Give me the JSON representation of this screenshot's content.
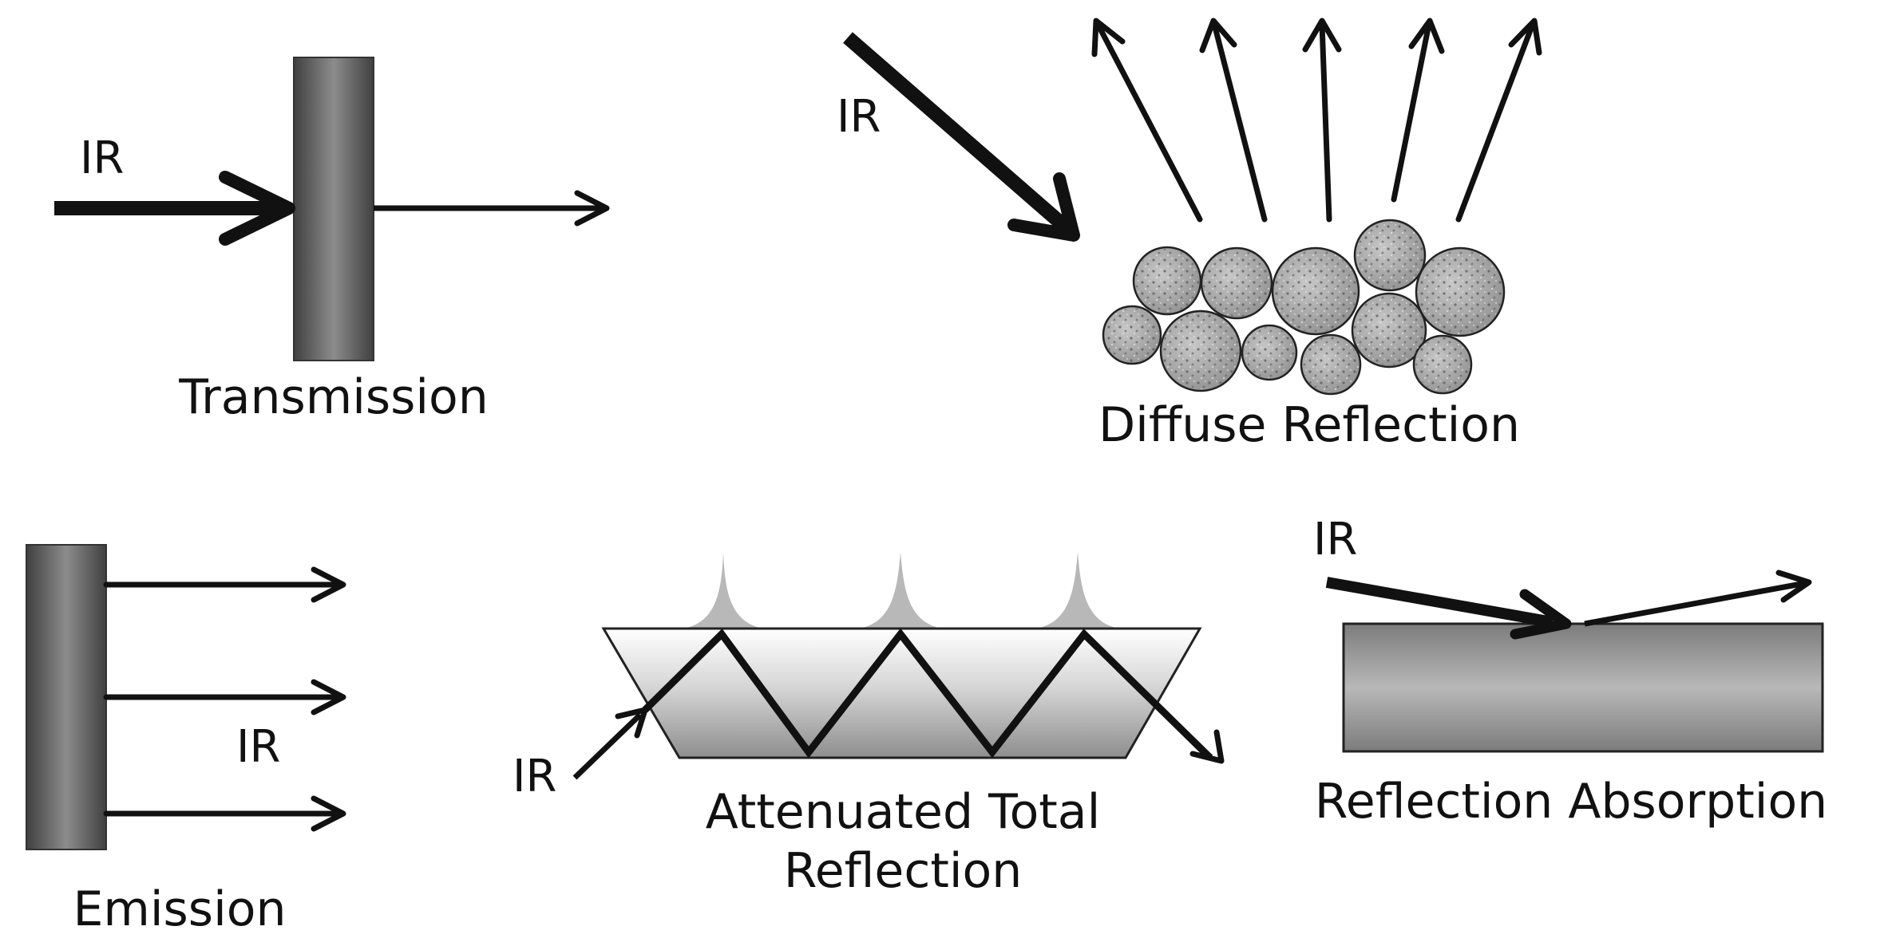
{
  "transmission": {
    "label": "Transmission",
    "beam_label": "IR"
  },
  "diffuse_reflection": {
    "label": "Diffuse Reflection",
    "beam_label": "IR"
  },
  "emission": {
    "label": "Emission",
    "beam_label": "IR"
  },
  "atr": {
    "label_line1": "Attenuated Total",
    "label_line2": "Reflection",
    "beam_label": "IR"
  },
  "reflection_absorption": {
    "label": "Reflection Absorption",
    "beam_label": "IR"
  },
  "colors": {
    "line": "#111111",
    "panel_dark": "#4a4a4a",
    "panel_light": "#8a8a8a",
    "evanescent": "#b8b8b8",
    "particle": "#a8a8a8"
  }
}
